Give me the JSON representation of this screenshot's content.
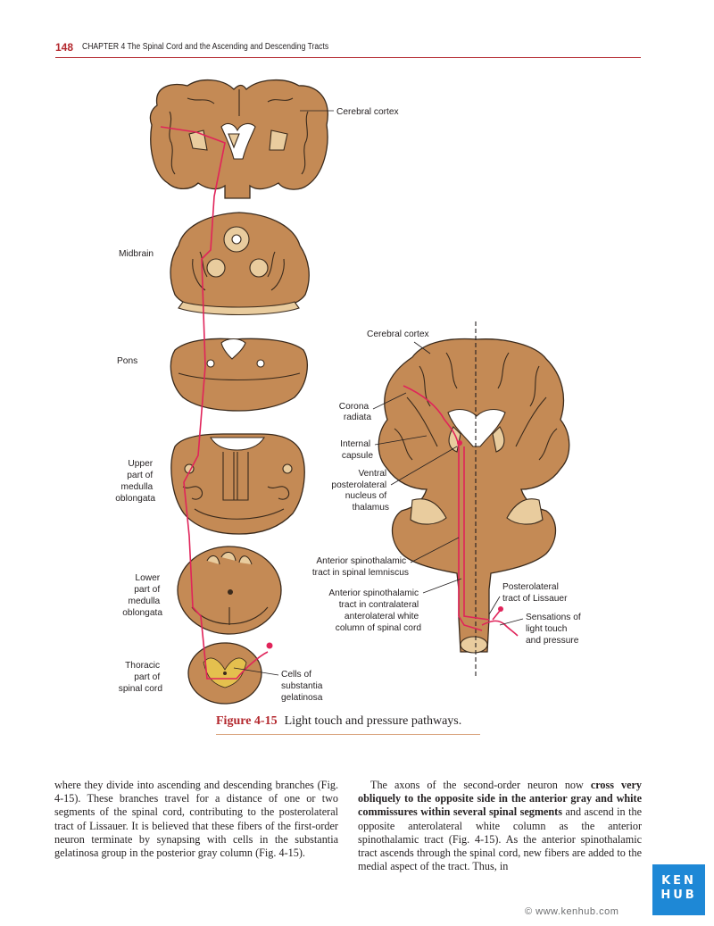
{
  "header": {
    "page_number": "148",
    "chapter": "CHAPTER 4  The Spinal Cord and the Ascending and Descending Tracts"
  },
  "figure": {
    "left_labels": {
      "cerebral_cortex": "Cerebral cortex",
      "midbrain": "Midbrain",
      "pons": "Pons",
      "upper_medulla": [
        "Upper",
        "part of",
        "medulla",
        "oblongata"
      ],
      "lower_medulla": [
        "Lower",
        "part of",
        "medulla",
        "oblongata"
      ],
      "thoracic": [
        "Thoracic",
        "part of",
        "spinal cord"
      ],
      "substantia": [
        "Cells of",
        "substantia",
        "gelatinosa"
      ]
    },
    "right_labels": {
      "cerebral_cortex": "Cerebral cortex",
      "corona_radiata": [
        "Corona",
        "radiata"
      ],
      "internal_capsule": [
        "Internal",
        "capsule"
      ],
      "vpl": [
        "Ventral",
        "posterolateral",
        "nucleus of",
        "thalamus"
      ],
      "ast_lemniscus": [
        "Anterior spinothalamic",
        "tract in spinal lemniscus"
      ],
      "ast_contralateral": [
        "Anterior spinothalamic",
        "tract in contralateral",
        "anterolateral white",
        "column of spinal cord"
      ],
      "lissauer": [
        "Posterolateral",
        "tract of Lissauer"
      ],
      "sensations": [
        "Sensations of",
        "light touch",
        "and pressure"
      ]
    },
    "caption_number": "Figure 4-15",
    "caption_text": "Light touch and pressure pathways."
  },
  "body": {
    "col1": "where they divide into ascending and descending branches (Fig. 4-15). These branches travel for a distance of one or two segments of the spinal cord, contributing to the posterolateral tract of Lissauer. It is believed that these fibers of the first-order neuron terminate by synapsing with cells in the substantia gelatinosa group in the posterior gray column (Fig. 4-15).",
    "col2_start": "The axons of the second-order neuron now ",
    "col2_bold": "cross very obliquely to the opposite side in the anterior gray and white commissures within several spinal segments",
    "col2_end": " and ascend in the opposite anterolateral white column as the anterior spinothalamic tract (Fig. 4-15). As the anterior spinothalamic tract ascends through the spinal cord, new fibers are added to the medial aspect of the tract. Thus, in"
  },
  "branding": {
    "logo_line1": "KEN",
    "logo_line2": "HUB",
    "copyright": "© www.kenhub.com"
  },
  "colors": {
    "accent_red": "#b3272d",
    "tissue": "#c48a55",
    "pathway": "#e0245a",
    "kenhub_blue": "#1e88d6"
  }
}
